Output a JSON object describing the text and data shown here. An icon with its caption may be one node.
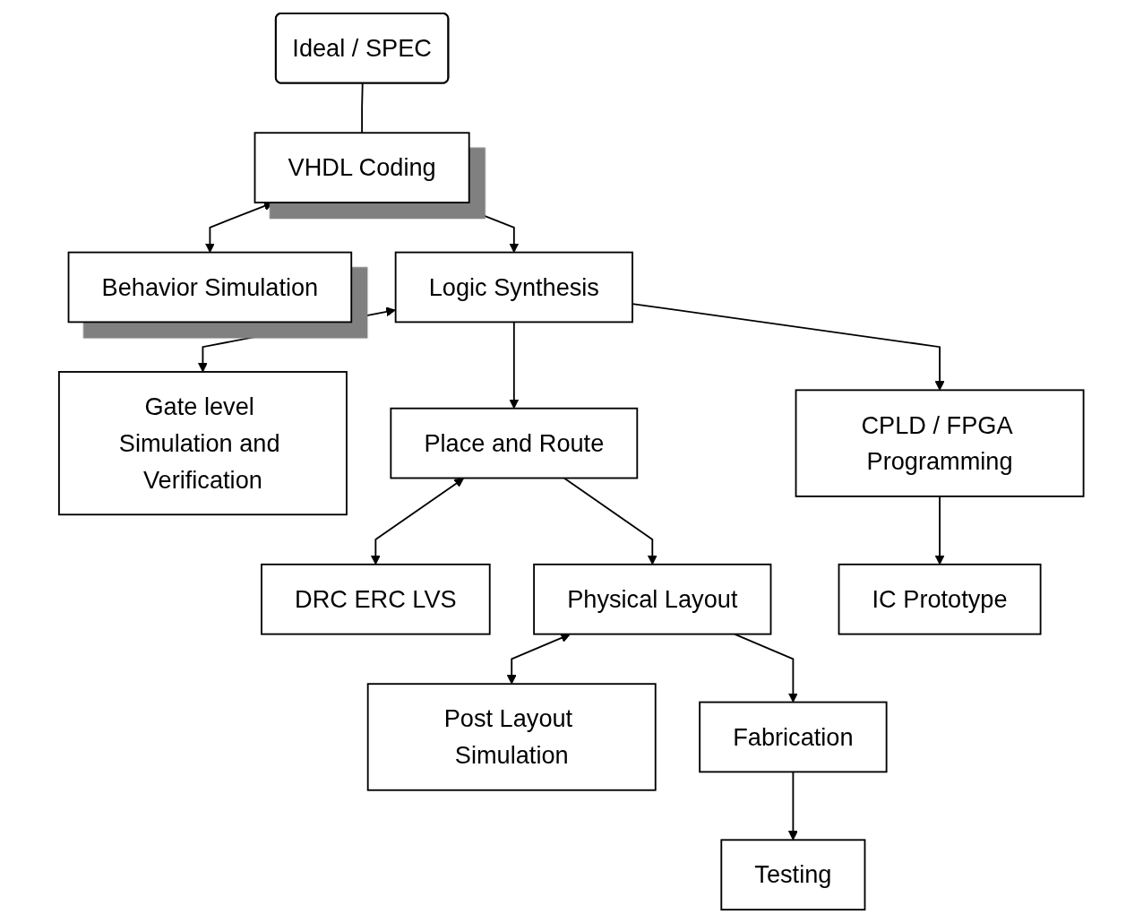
{
  "diagram": {
    "nodes": [
      {
        "text": [
          "Ideal / SPEC"
        ]
      },
      {
        "text": [
          "VHDL Coding"
        ]
      },
      {
        "text": [
          "Behavior Simulation"
        ]
      },
      {
        "text": [
          "Logic Synthesis"
        ]
      },
      {
        "text": [
          "Gate level Simulation and Verification"
        ]
      },
      {
        "text": [
          "CPLD / FPGA Programming"
        ]
      },
      {
        "text": [
          "Place and Route"
        ]
      },
      {
        "text": [
          "DRC ERC LVS"
        ]
      },
      {
        "text": [
          "Physical Layout"
        ]
      },
      {
        "text": [
          "Post Layout Simulation"
        ]
      },
      {
        "text": [
          "IC Prototype"
        ]
      },
      {
        "text": [
          "Fabrication"
        ]
      },
      {
        "text": [
          "Testing"
        ]
      }
    ],
    "edges": [
      {
        "from": 0,
        "to": 1,
        "arrow": "none"
      },
      {
        "from": 1,
        "to": 2,
        "arrow": "both"
      },
      {
        "from": 1,
        "to": 3,
        "arrow": "to"
      },
      {
        "from": 3,
        "to": 4,
        "arrow": "both"
      },
      {
        "from": 3,
        "to": 5,
        "arrow": "to"
      },
      {
        "from": 3,
        "to": 6,
        "arrow": "to"
      },
      {
        "from": 6,
        "to": 7,
        "arrow": "both"
      },
      {
        "from": 6,
        "to": 8,
        "arrow": "to"
      },
      {
        "from": 8,
        "to": 9,
        "arrow": "both"
      },
      {
        "from": 5,
        "to": 10,
        "arrow": "to"
      },
      {
        "from": 8,
        "to": 11,
        "arrow": "to"
      },
      {
        "from": 11,
        "to": 12,
        "arrow": "to"
      }
    ]
  }
}
